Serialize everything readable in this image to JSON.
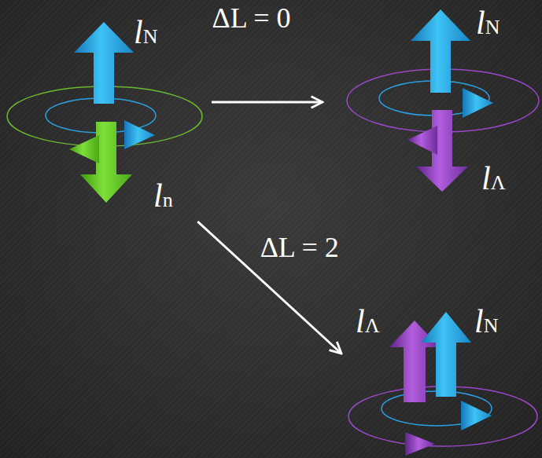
{
  "diagram": {
    "nodes": [
      {
        "text": [
          "lN",
          "ln"
        ]
      },
      {
        "text": [
          "lN",
          "lΛ"
        ]
      },
      {
        "text": [
          "lΛ",
          "lN"
        ]
      }
    ],
    "edges": [
      {
        "from": 0,
        "to": 1,
        "arrow": "to",
        "label": "ΔL = 0"
      },
      {
        "from": 0,
        "to": 2,
        "arrow": "to",
        "label": "ΔL = 2"
      }
    ]
  }
}
